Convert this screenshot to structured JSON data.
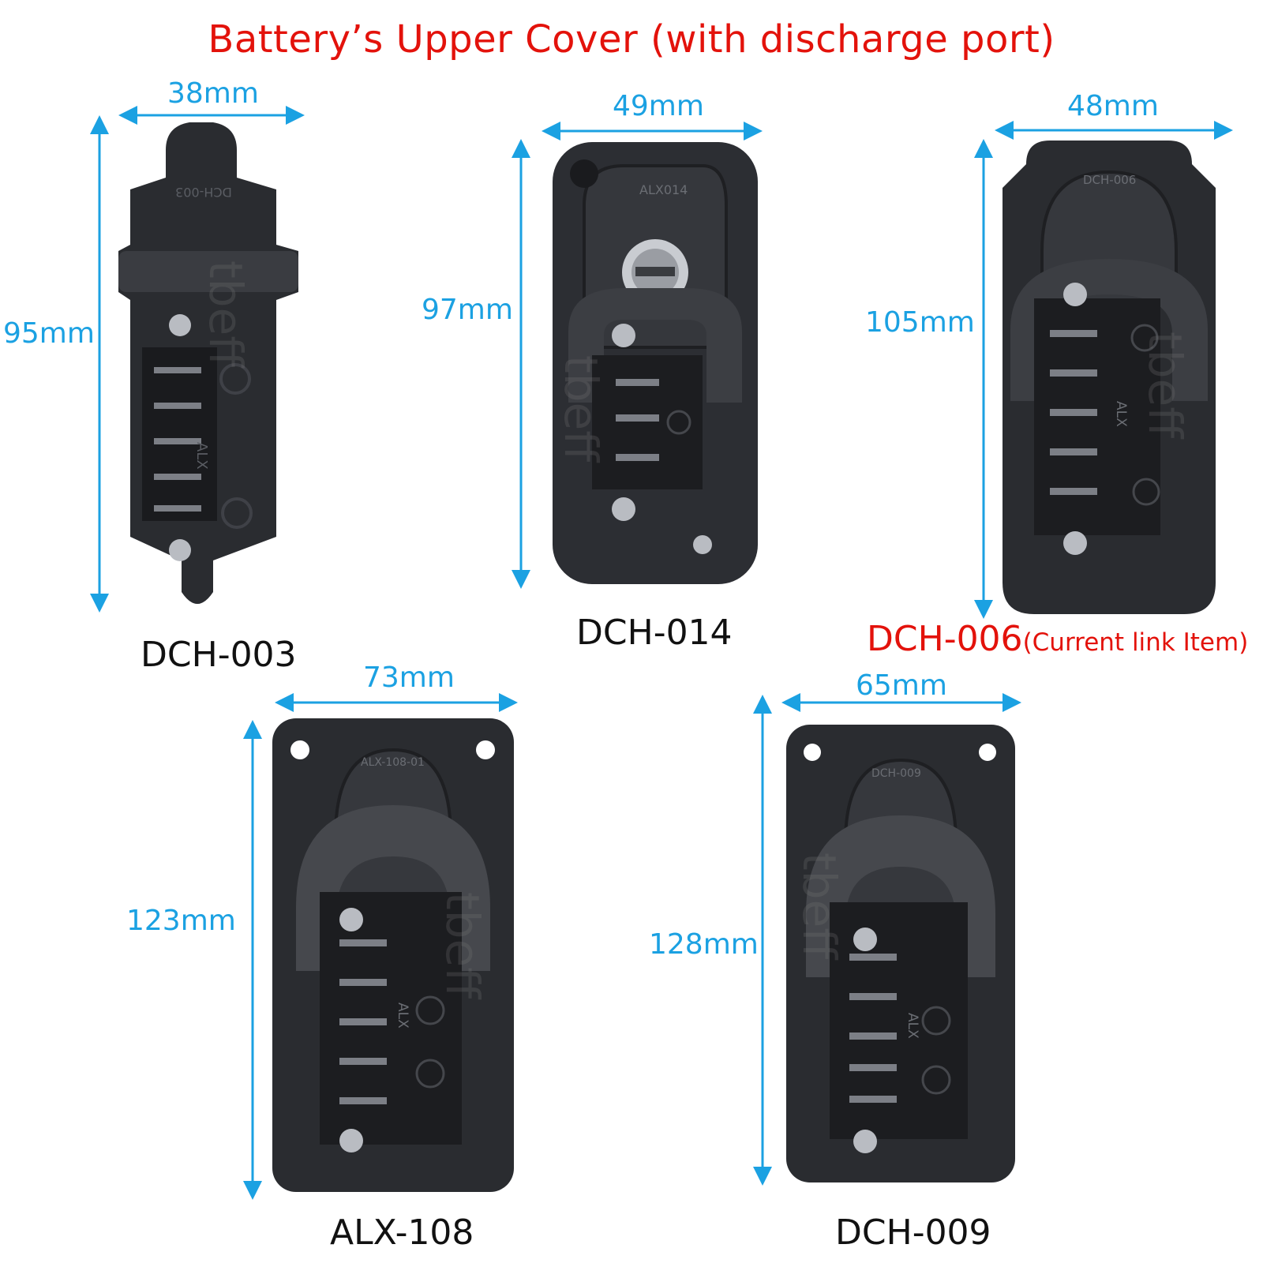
{
  "title": "Battery’s Upper Cover (with discharge port)",
  "colors": {
    "title": "#e3120b",
    "dimension": "#1ba1e2",
    "model": "#111111",
    "current": "#e3120b",
    "part": "#2a2c30"
  },
  "watermark": "tbeff",
  "items": [
    {
      "model": "DCH-003",
      "width": "38mm",
      "height": "95mm"
    },
    {
      "model": "DCH-014",
      "width": "49mm",
      "height": "97mm"
    },
    {
      "model": "DCH-006",
      "note": "(Current link Item)",
      "width": "48mm",
      "height": "105mm"
    },
    {
      "model": "ALX-108",
      "width": "73mm",
      "height": "123mm"
    },
    {
      "model": "DCH-009",
      "width": "65mm",
      "height": "128mm"
    }
  ],
  "imprints": [
    "DCH-003",
    "ALX014",
    "DCH-006",
    "ALX-108-01",
    "DCH-009",
    "ALX",
    "ALX",
    "ALX",
    "ALX"
  ]
}
